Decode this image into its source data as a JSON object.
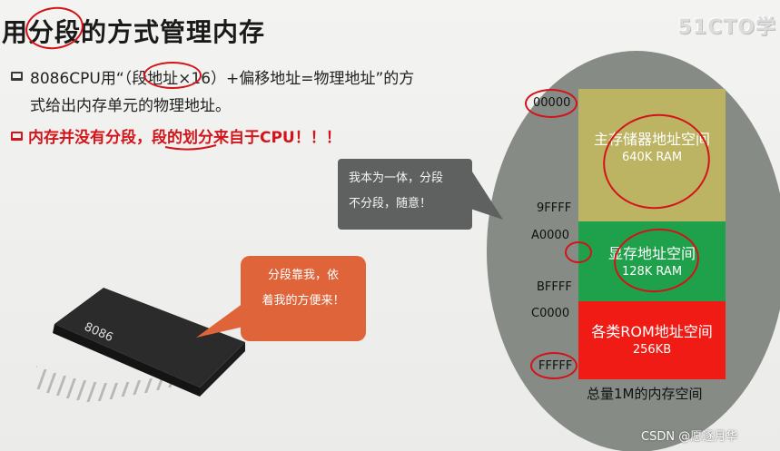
{
  "slide": {
    "title": "用分段的方式管理内存",
    "watermark": "51CTO学",
    "bullet1": {
      "line1": "8086CPU用“（段地址×16）+偏移地址=物理地址”的方",
      "line2": "式给出内存单元的物理地址。"
    },
    "bullet2": "内存并没有分段，段的划分来自于CPU！！！",
    "bubble_cpu": {
      "line1": "分段靠我，依",
      "line2": "着我的方便来！"
    },
    "bubble_mem": {
      "line1": "我本为一体，分段",
      "line2": "不分段，随意！"
    },
    "chip_label": "8086",
    "memory_map": {
      "blocks": [
        {
          "name": "主存储器地址空间",
          "size": "640K RAM",
          "color": "#bcb462"
        },
        {
          "name": "显存地址空间",
          "size": "128K RAM",
          "color": "#1ea14a"
        },
        {
          "name": "各类ROM地址空间",
          "size": "256KB",
          "color": "#ef1b14"
        }
      ],
      "addresses": [
        "00000",
        "9FFFF",
        "A0000",
        "BFFFF",
        "C0000",
        "FFFFF"
      ],
      "caption": "总量1M的内存空间"
    },
    "credit": "CSDN @愿逐月华"
  },
  "colors": {
    "accent_red": "#d1151a",
    "bubble_orange": "#e0643a",
    "bubble_gray": "#5f6160",
    "oval_gray": "#868b85"
  },
  "icons": [
    "laptop-icon",
    "laptop-icon-red",
    "chip-image"
  ]
}
